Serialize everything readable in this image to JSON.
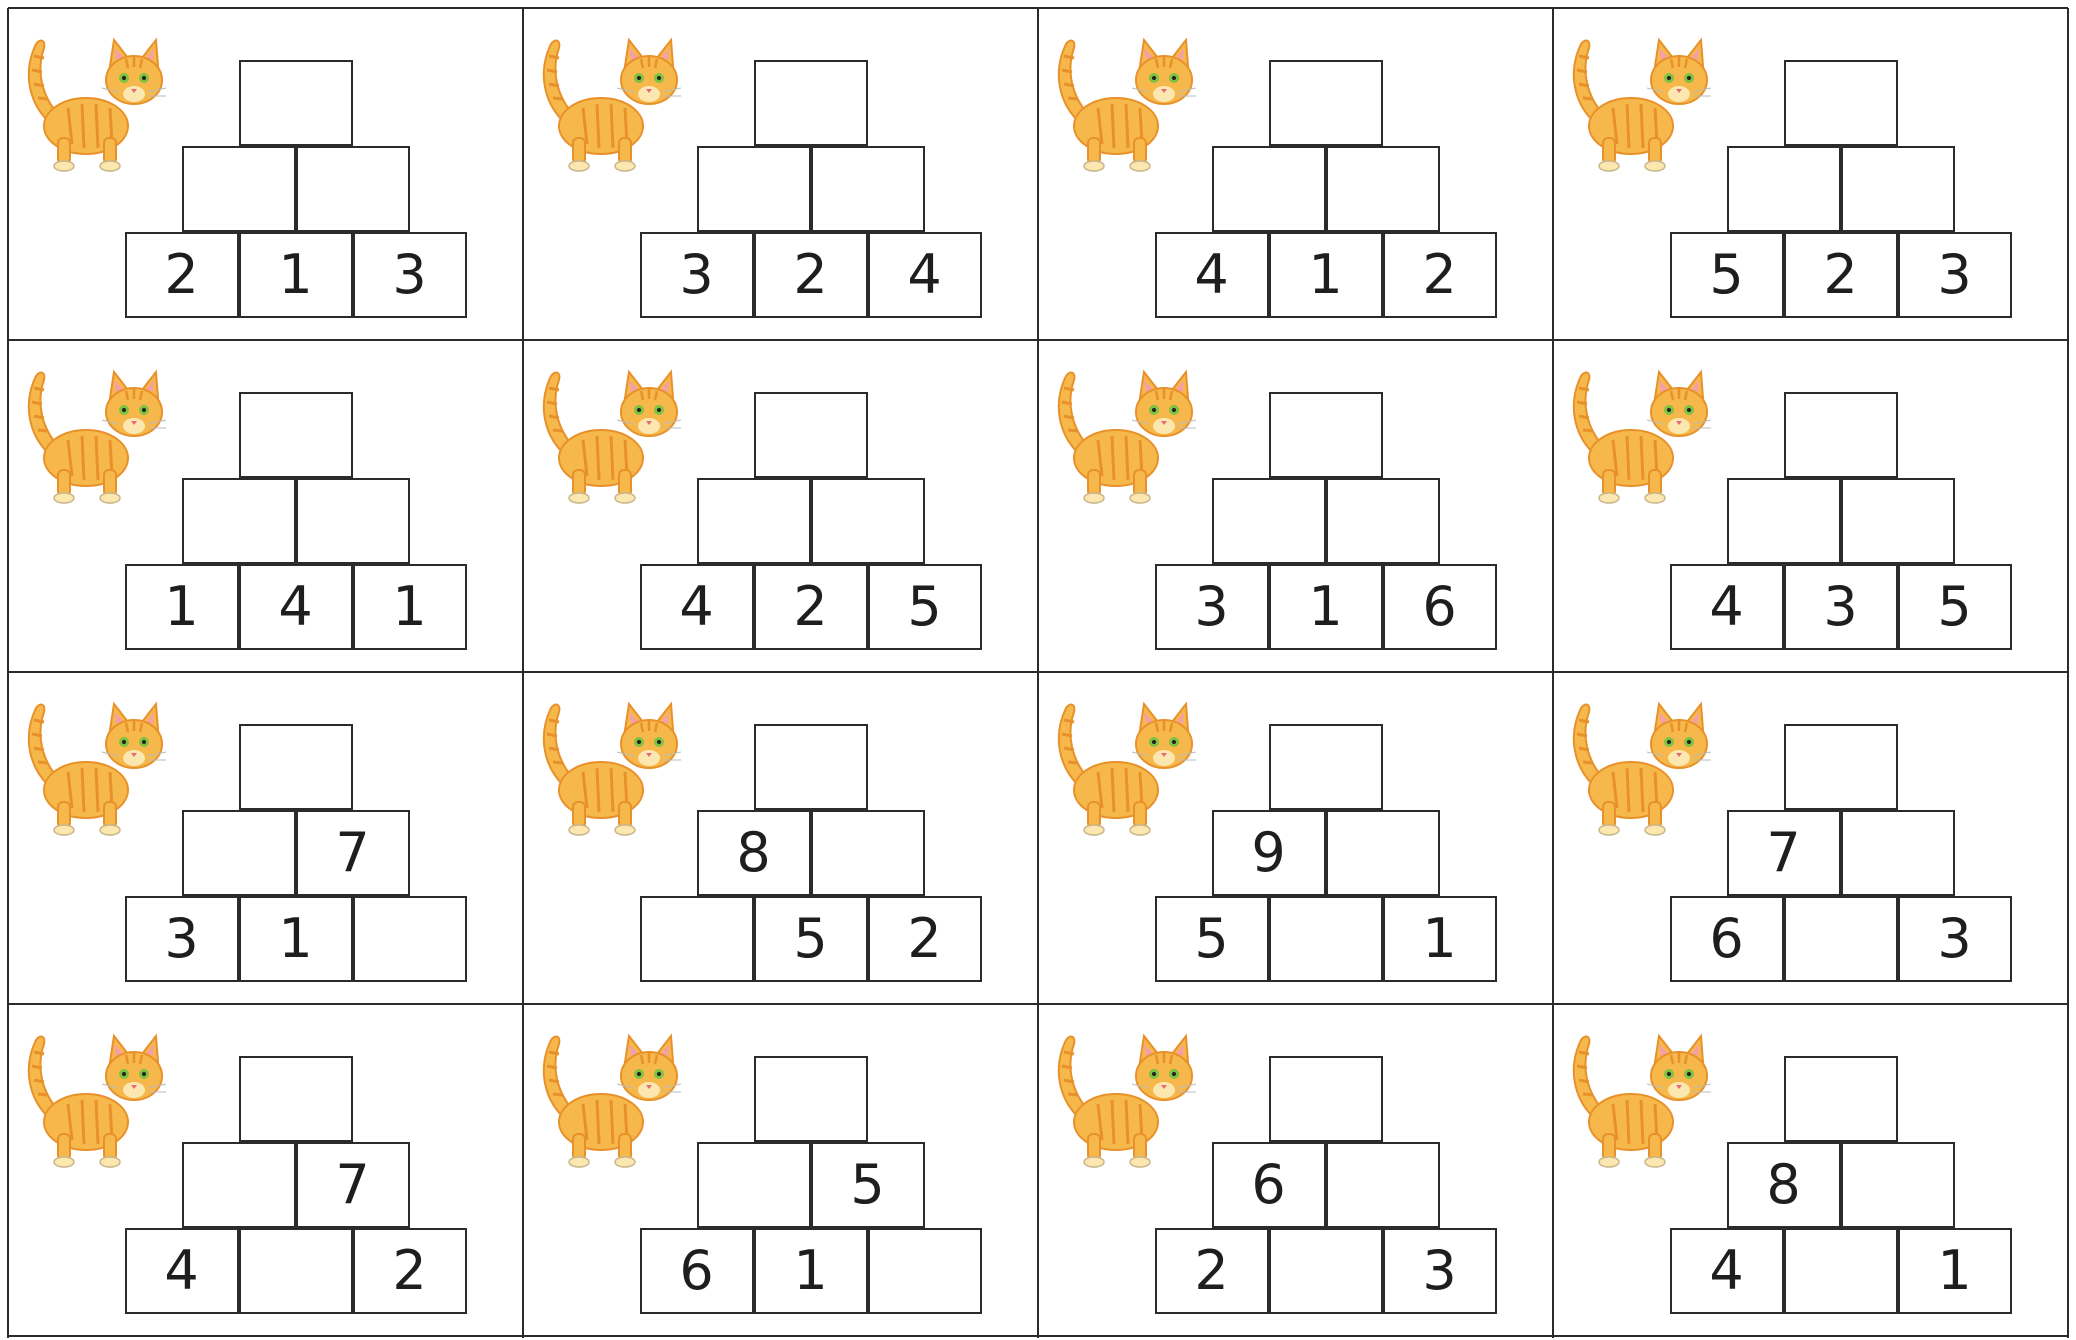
{
  "worksheet": {
    "layout": {
      "rows": 4,
      "cols": 4
    },
    "decoration": "cat-icon",
    "colors": {
      "border": "#2b2b2b",
      "text": "#1e1e1e",
      "cat_fur": "#f6b84a",
      "cat_stripes": "#e8912a",
      "cat_light": "#fde7b0",
      "cat_eyes": "#7fc241",
      "cat_ears": "#f3a0a8"
    },
    "pyramids": [
      {
        "top": "",
        "middle": [
          "",
          ""
        ],
        "bottom": [
          "2",
          "1",
          "3"
        ]
      },
      {
        "top": "",
        "middle": [
          "",
          ""
        ],
        "bottom": [
          "3",
          "2",
          "4"
        ]
      },
      {
        "top": "",
        "middle": [
          "",
          ""
        ],
        "bottom": [
          "4",
          "1",
          "2"
        ]
      },
      {
        "top": "",
        "middle": [
          "",
          ""
        ],
        "bottom": [
          "5",
          "2",
          "3"
        ]
      },
      {
        "top": "",
        "middle": [
          "",
          ""
        ],
        "bottom": [
          "1",
          "4",
          "1"
        ]
      },
      {
        "top": "",
        "middle": [
          "",
          ""
        ],
        "bottom": [
          "4",
          "2",
          "5"
        ]
      },
      {
        "top": "",
        "middle": [
          "",
          ""
        ],
        "bottom": [
          "3",
          "1",
          "6"
        ]
      },
      {
        "top": "",
        "middle": [
          "",
          ""
        ],
        "bottom": [
          "4",
          "3",
          "5"
        ]
      },
      {
        "top": "",
        "middle": [
          "",
          "7"
        ],
        "bottom": [
          "3",
          "1",
          ""
        ]
      },
      {
        "top": "",
        "middle": [
          "8",
          ""
        ],
        "bottom": [
          "",
          "5",
          "2"
        ]
      },
      {
        "top": "",
        "middle": [
          "9",
          ""
        ],
        "bottom": [
          "5",
          "",
          "1"
        ]
      },
      {
        "top": "",
        "middle": [
          "7",
          ""
        ],
        "bottom": [
          "6",
          "",
          "3"
        ]
      },
      {
        "top": "",
        "middle": [
          "",
          "7"
        ],
        "bottom": [
          "4",
          "",
          "2"
        ]
      },
      {
        "top": "",
        "middle": [
          "",
          "5"
        ],
        "bottom": [
          "6",
          "1",
          ""
        ]
      },
      {
        "top": "",
        "middle": [
          "6",
          ""
        ],
        "bottom": [
          "2",
          "",
          "3"
        ]
      },
      {
        "top": "",
        "middle": [
          "8",
          ""
        ],
        "bottom": [
          "4",
          "",
          "1"
        ]
      }
    ]
  }
}
